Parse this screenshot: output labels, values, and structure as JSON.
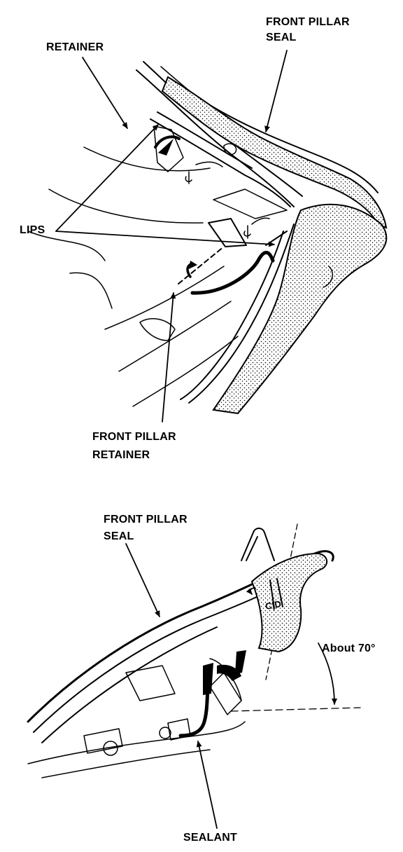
{
  "figure_top": {
    "labels": {
      "front_pillar_seal": [
        "FRONT PILLAR",
        "SEAL"
      ],
      "retainer": "RETAINER",
      "lips": "LIPS",
      "front_pillar_retainer": [
        "FRONT PILLAR",
        "RETAINER"
      ]
    }
  },
  "figure_bottom": {
    "labels": {
      "front_pillar_seal": [
        "FRONT PILLAR",
        "SEAL"
      ],
      "angle": "About 70°",
      "sealant": "SEALANT"
    }
  },
  "colors": {
    "ink": "#000000",
    "paper": "#ffffff"
  }
}
